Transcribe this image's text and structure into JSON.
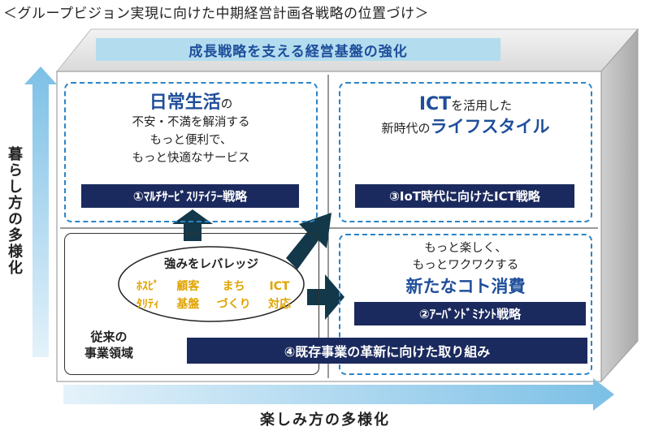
{
  "heading": "＜グループビジョン実現に向けた中期経営計画各戦略の位置づけ＞",
  "top_banner": "成長戦略を支える経営基盤の強化",
  "y_axis_label": "暮らし方の多様化",
  "x_axis_label": "楽しみ方の多様化",
  "quadrant_top_left": {
    "title_big": "日常生活",
    "title_suffix": "の",
    "lines": [
      "不安・不満を解消する",
      "もっと便利で、",
      "もっと快適なサービス"
    ],
    "strategy": "①ﾏﾙﾁｻｰﾋﾞｽﾘﾃｲﾗｰ戦略"
  },
  "quadrant_top_right": {
    "line1_big": "ICT",
    "line1_rest": "を活用した",
    "line2_prefix": "新時代の",
    "line2_big": "ライフスタイル",
    "strategy": "③IoT時代に向けたICT戦略"
  },
  "quadrant_bottom_right": {
    "lines": [
      "もっと楽しく、",
      "もっとワクワクする"
    ],
    "title_big": "新たなコト消費",
    "strategy": "②ｱｰﾊﾞﾝﾄﾞﾐﾅﾝﾄ戦略"
  },
  "existing_area": {
    "strengths_title": "強みをレバレッジ",
    "strengths": [
      [
        "ﾎｽﾋﾟ",
        "ﾀﾘﾃｨ"
      ],
      [
        "顧客",
        "基盤"
      ],
      [
        "まち",
        "づくり"
      ],
      [
        "ICT",
        "対応"
      ]
    ],
    "label_lines": [
      "従来の",
      "事業領域"
    ]
  },
  "bottom_strategy": "④既存事業の革新に向けた取り組み",
  "colors": {
    "navy": "#1b2a5e",
    "blue": "#1f4e9a",
    "dash": "#2a84c8",
    "light_blue": "#b3dcef",
    "gold": "#e0a400",
    "arrow": "#12384a"
  }
}
